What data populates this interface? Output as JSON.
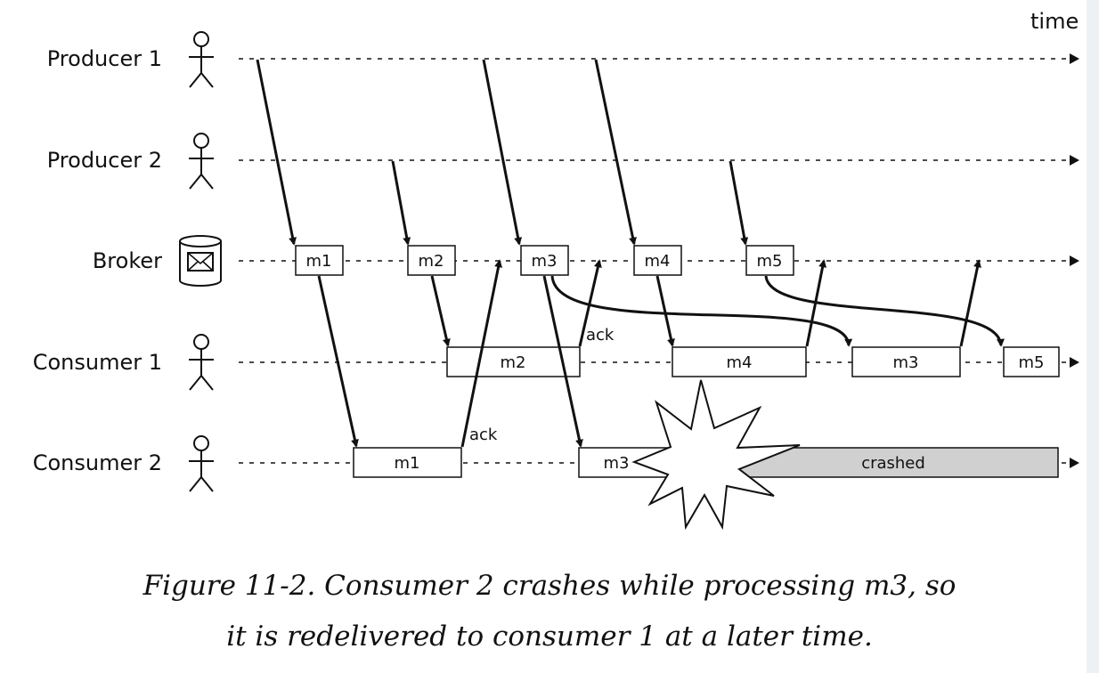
{
  "time_label": "time",
  "lanes": {
    "producer1": "Producer 1",
    "producer2": "Producer 2",
    "broker": "Broker",
    "consumer1": "Consumer 1",
    "consumer2": "Consumer 2"
  },
  "broker_messages": [
    "m1",
    "m2",
    "m3",
    "m4",
    "m5"
  ],
  "consumer1_tasks": [
    "m2",
    "m4",
    "m3",
    "m5"
  ],
  "consumer2_tasks": [
    "m1",
    "m3"
  ],
  "crashed_label": "crashed",
  "ack_label": "ack",
  "caption": {
    "line1": "Figure 11-2. Consumer 2 crashes while processing m3, so",
    "line2": "it is redelivered to consumer 1 at a later time."
  },
  "colors": {
    "ink": "#111111",
    "crashed_fill": "#d0d0d0"
  }
}
